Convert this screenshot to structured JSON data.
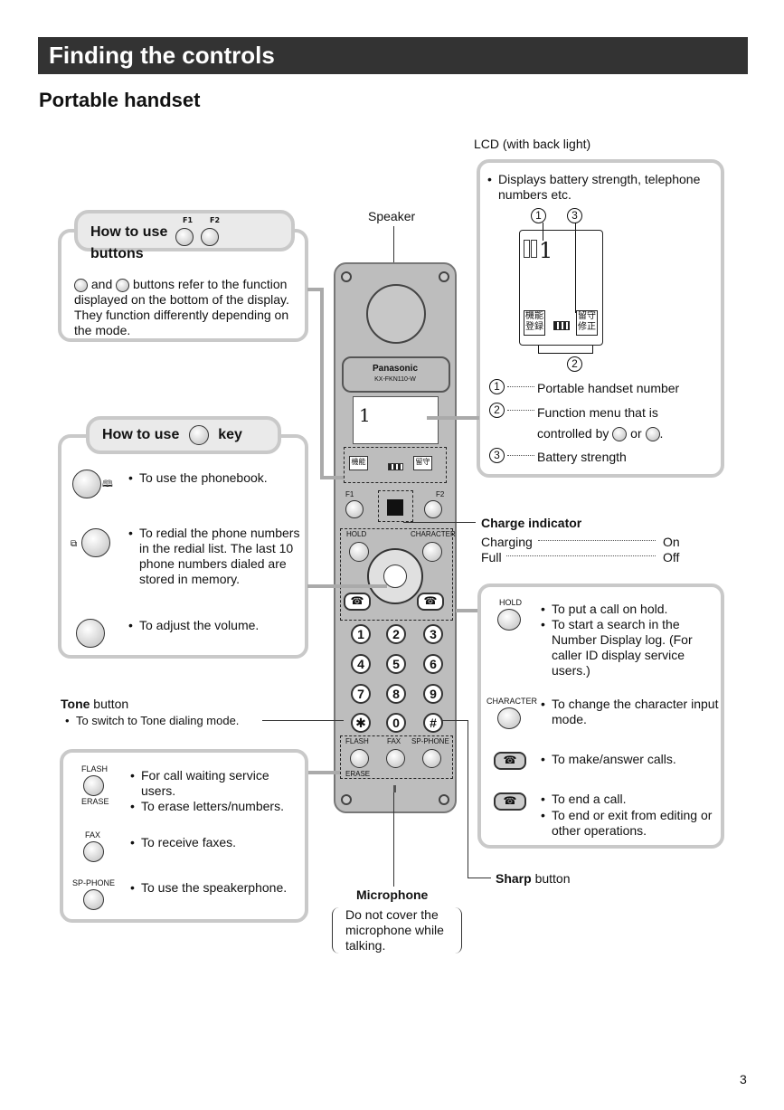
{
  "header": {
    "title": "Finding the controls",
    "subtitle": "Portable handset"
  },
  "callouts": {
    "lcd_title": "LCD (with back light)",
    "speaker": "Speaker",
    "charge_indicator": "Charge indicator",
    "charging": "Charging",
    "on": "On",
    "full": "Full",
    "off": "Off",
    "tone_bold": "Tone",
    "tone_rest": " button",
    "tone_desc": "To switch to Tone dialing mode.",
    "sharp_bold": "Sharp",
    "sharp_rest": " button",
    "microphone": "Microphone",
    "mic_desc": "Do not cover the microphone while talking."
  },
  "f_panel": {
    "heading_pre": "How to use",
    "heading_post": "buttons",
    "f1": "F1",
    "f2": "F2",
    "and": "and",
    "text_a": "buttons refer to the function",
    "text_b": "displayed on the bottom of the display. They function differently depending on the mode."
  },
  "nav_panel": {
    "heading_pre": "How to use",
    "heading_post": "key",
    "items": [
      "To use the phonebook.",
      "To redial the phone numbers in the redial list. The last 10 phone numbers dialed are stored in memory.",
      "To adjust the volume."
    ]
  },
  "lcd_panel": {
    "desc": "Displays battery strength, telephone numbers etc.",
    "num1": "1",
    "num2": "2",
    "num3": "3",
    "screen_digit": "1",
    "soft_left": "機能\n登録",
    "soft_right": "留守\n修正",
    "legend1": "Portable handset number",
    "legend2a": "Function menu that is",
    "legend2b": "controlled by",
    "legend2c": "or",
    "legend3": "Battery strength"
  },
  "right_panel": {
    "hold": "HOLD",
    "hold_items": [
      "To put a call on hold.",
      "To start a search in the Number Display log. (For caller ID display service users.)"
    ],
    "character": "CHARACTER",
    "character_item": "To change the character input mode.",
    "talk_item": "To make/answer calls.",
    "off_items": [
      "To end a call.",
      "To end or exit from editing or other operations."
    ]
  },
  "left_panel": {
    "flash": "FLASH",
    "erase": "ERASE",
    "flash_items": [
      "For call waiting service users.",
      "To erase letters/numbers."
    ],
    "fax": "FAX",
    "fax_item": "To receive faxes.",
    "spphone": "SP-PHONE",
    "spphone_item": "To use the speakerphone."
  },
  "handset": {
    "brand": "Panasonic",
    "model": "KX-FKN110-W",
    "display_digit": "1",
    "soft_left": "機能",
    "soft_right": "留守",
    "f1": "F1",
    "f2": "F2",
    "hold": "HOLD",
    "character": "CHARACTER",
    "flash": "FLASH",
    "fax": "FAX",
    "spphone": "SP-PHONE",
    "erase": "ERASE",
    "keys": [
      "1",
      "2",
      "3",
      "4",
      "5",
      "6",
      "7",
      "8",
      "9",
      "✱",
      "0",
      "#"
    ]
  },
  "page_number": "3"
}
